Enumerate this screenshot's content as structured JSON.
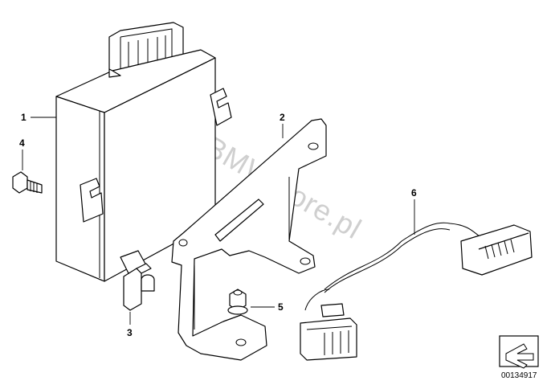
{
  "watermark": "www.BMWstore.pl",
  "callouts": {
    "c1": "1",
    "c2": "2",
    "c3": "3",
    "c4": "4",
    "c5": "5",
    "c6": "6"
  },
  "reference_number": "00134917",
  "nav_icon": "arrow-icon"
}
